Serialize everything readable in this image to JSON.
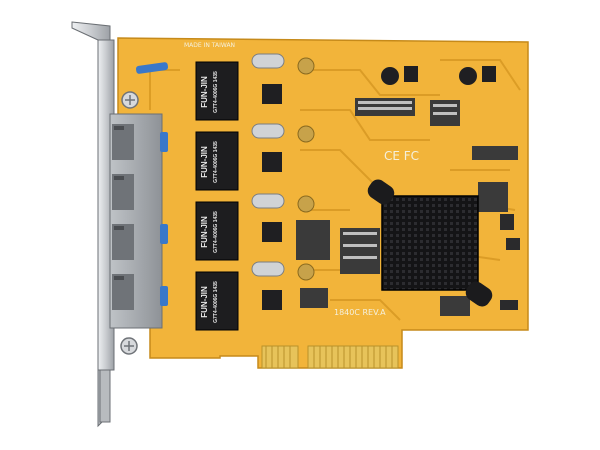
{
  "product": {
    "made_in": "MADE IN TAIWAN",
    "certification": "CE FC",
    "revision": "1840C REV.A"
  },
  "transformers": [
    {
      "brand": "FUN-JIN",
      "part": "G7T4-4006G 1435"
    },
    {
      "brand": "FUN-JIN",
      "part": "G7T4-4006G 1435"
    },
    {
      "brand": "FUN-JIN",
      "part": "G7T4-4006G 1435"
    },
    {
      "brand": "FUN-JIN",
      "part": "G7T4-4006G 1435"
    }
  ],
  "ports": {
    "count": 4
  },
  "colors": {
    "pcb": "#f2b43a",
    "pcb_trace": "#d99a24",
    "heatsink": "#1b1b1d",
    "bracket": "#c9ccd0",
    "connector": "#9a9ea3",
    "gold_fingers": "#e7c35a",
    "capacitor_blue": "#3a78c9"
  }
}
